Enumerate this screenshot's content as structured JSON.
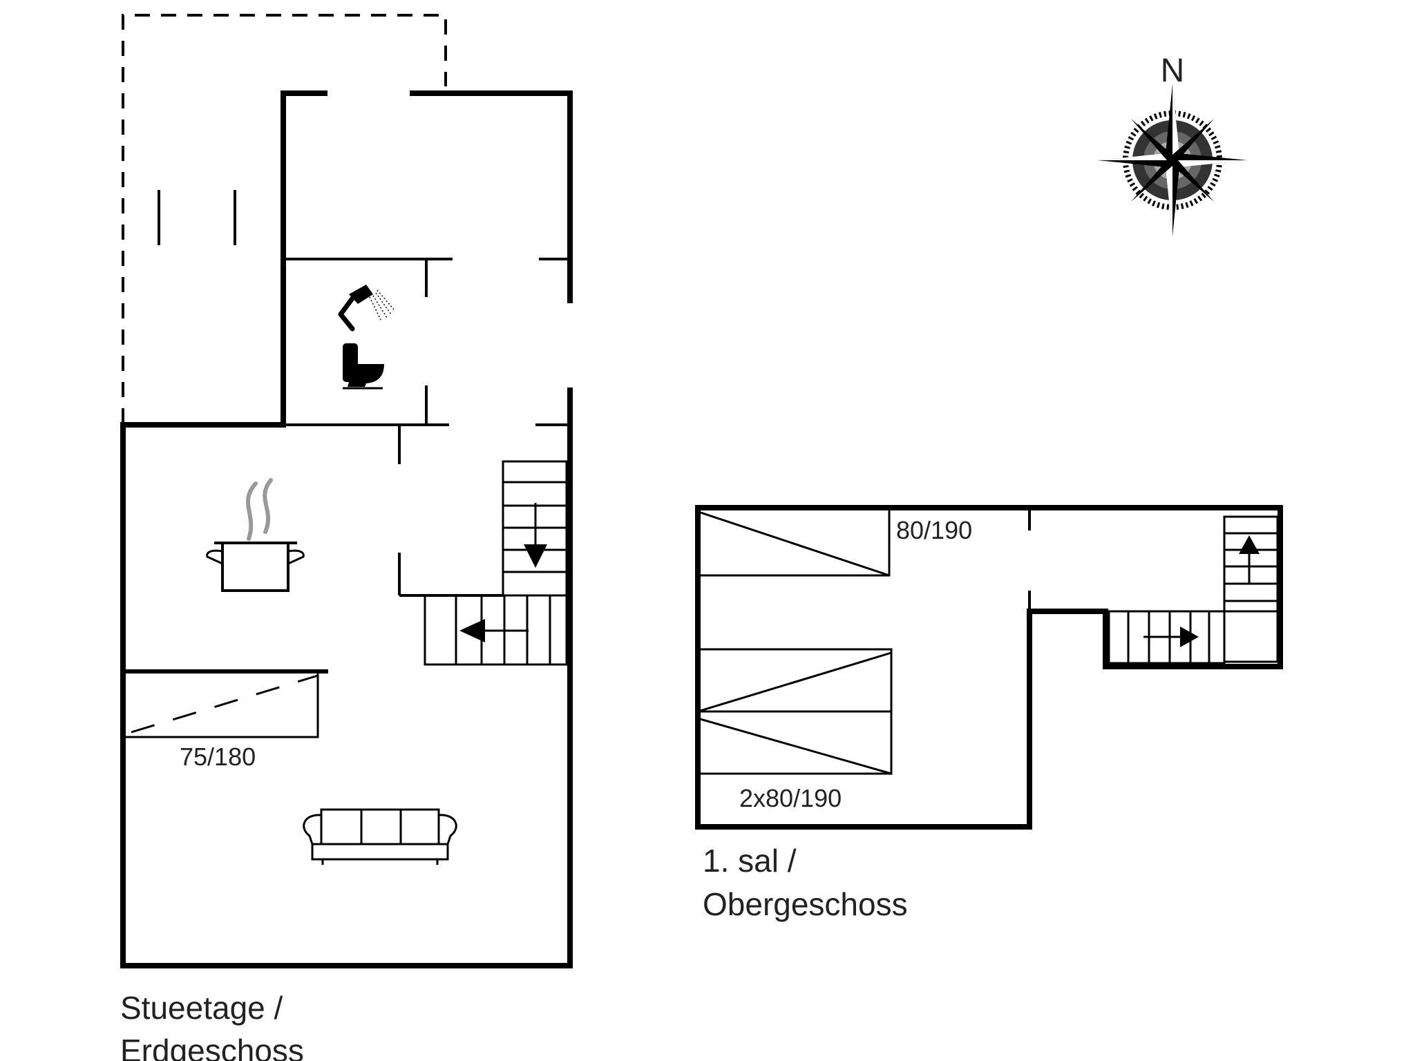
{
  "compass": {
    "north_label": "N"
  },
  "ground_floor": {
    "bed_label": "75/180",
    "title_line1": "Stueetage /",
    "title_line2": "Erdgeschoss"
  },
  "upper_floor": {
    "bed1_label": "80/190",
    "bed2_label": "2x80/190",
    "title_line1": "1. sal /",
    "title_line2": "Obergeschoss"
  },
  "icons": [
    "shower-icon",
    "toilet-icon",
    "cooking-pot-icon",
    "sofa-icon",
    "compass-rose-icon",
    "stairs-down-arrow-icon",
    "stairs-up-arrow-icon"
  ]
}
